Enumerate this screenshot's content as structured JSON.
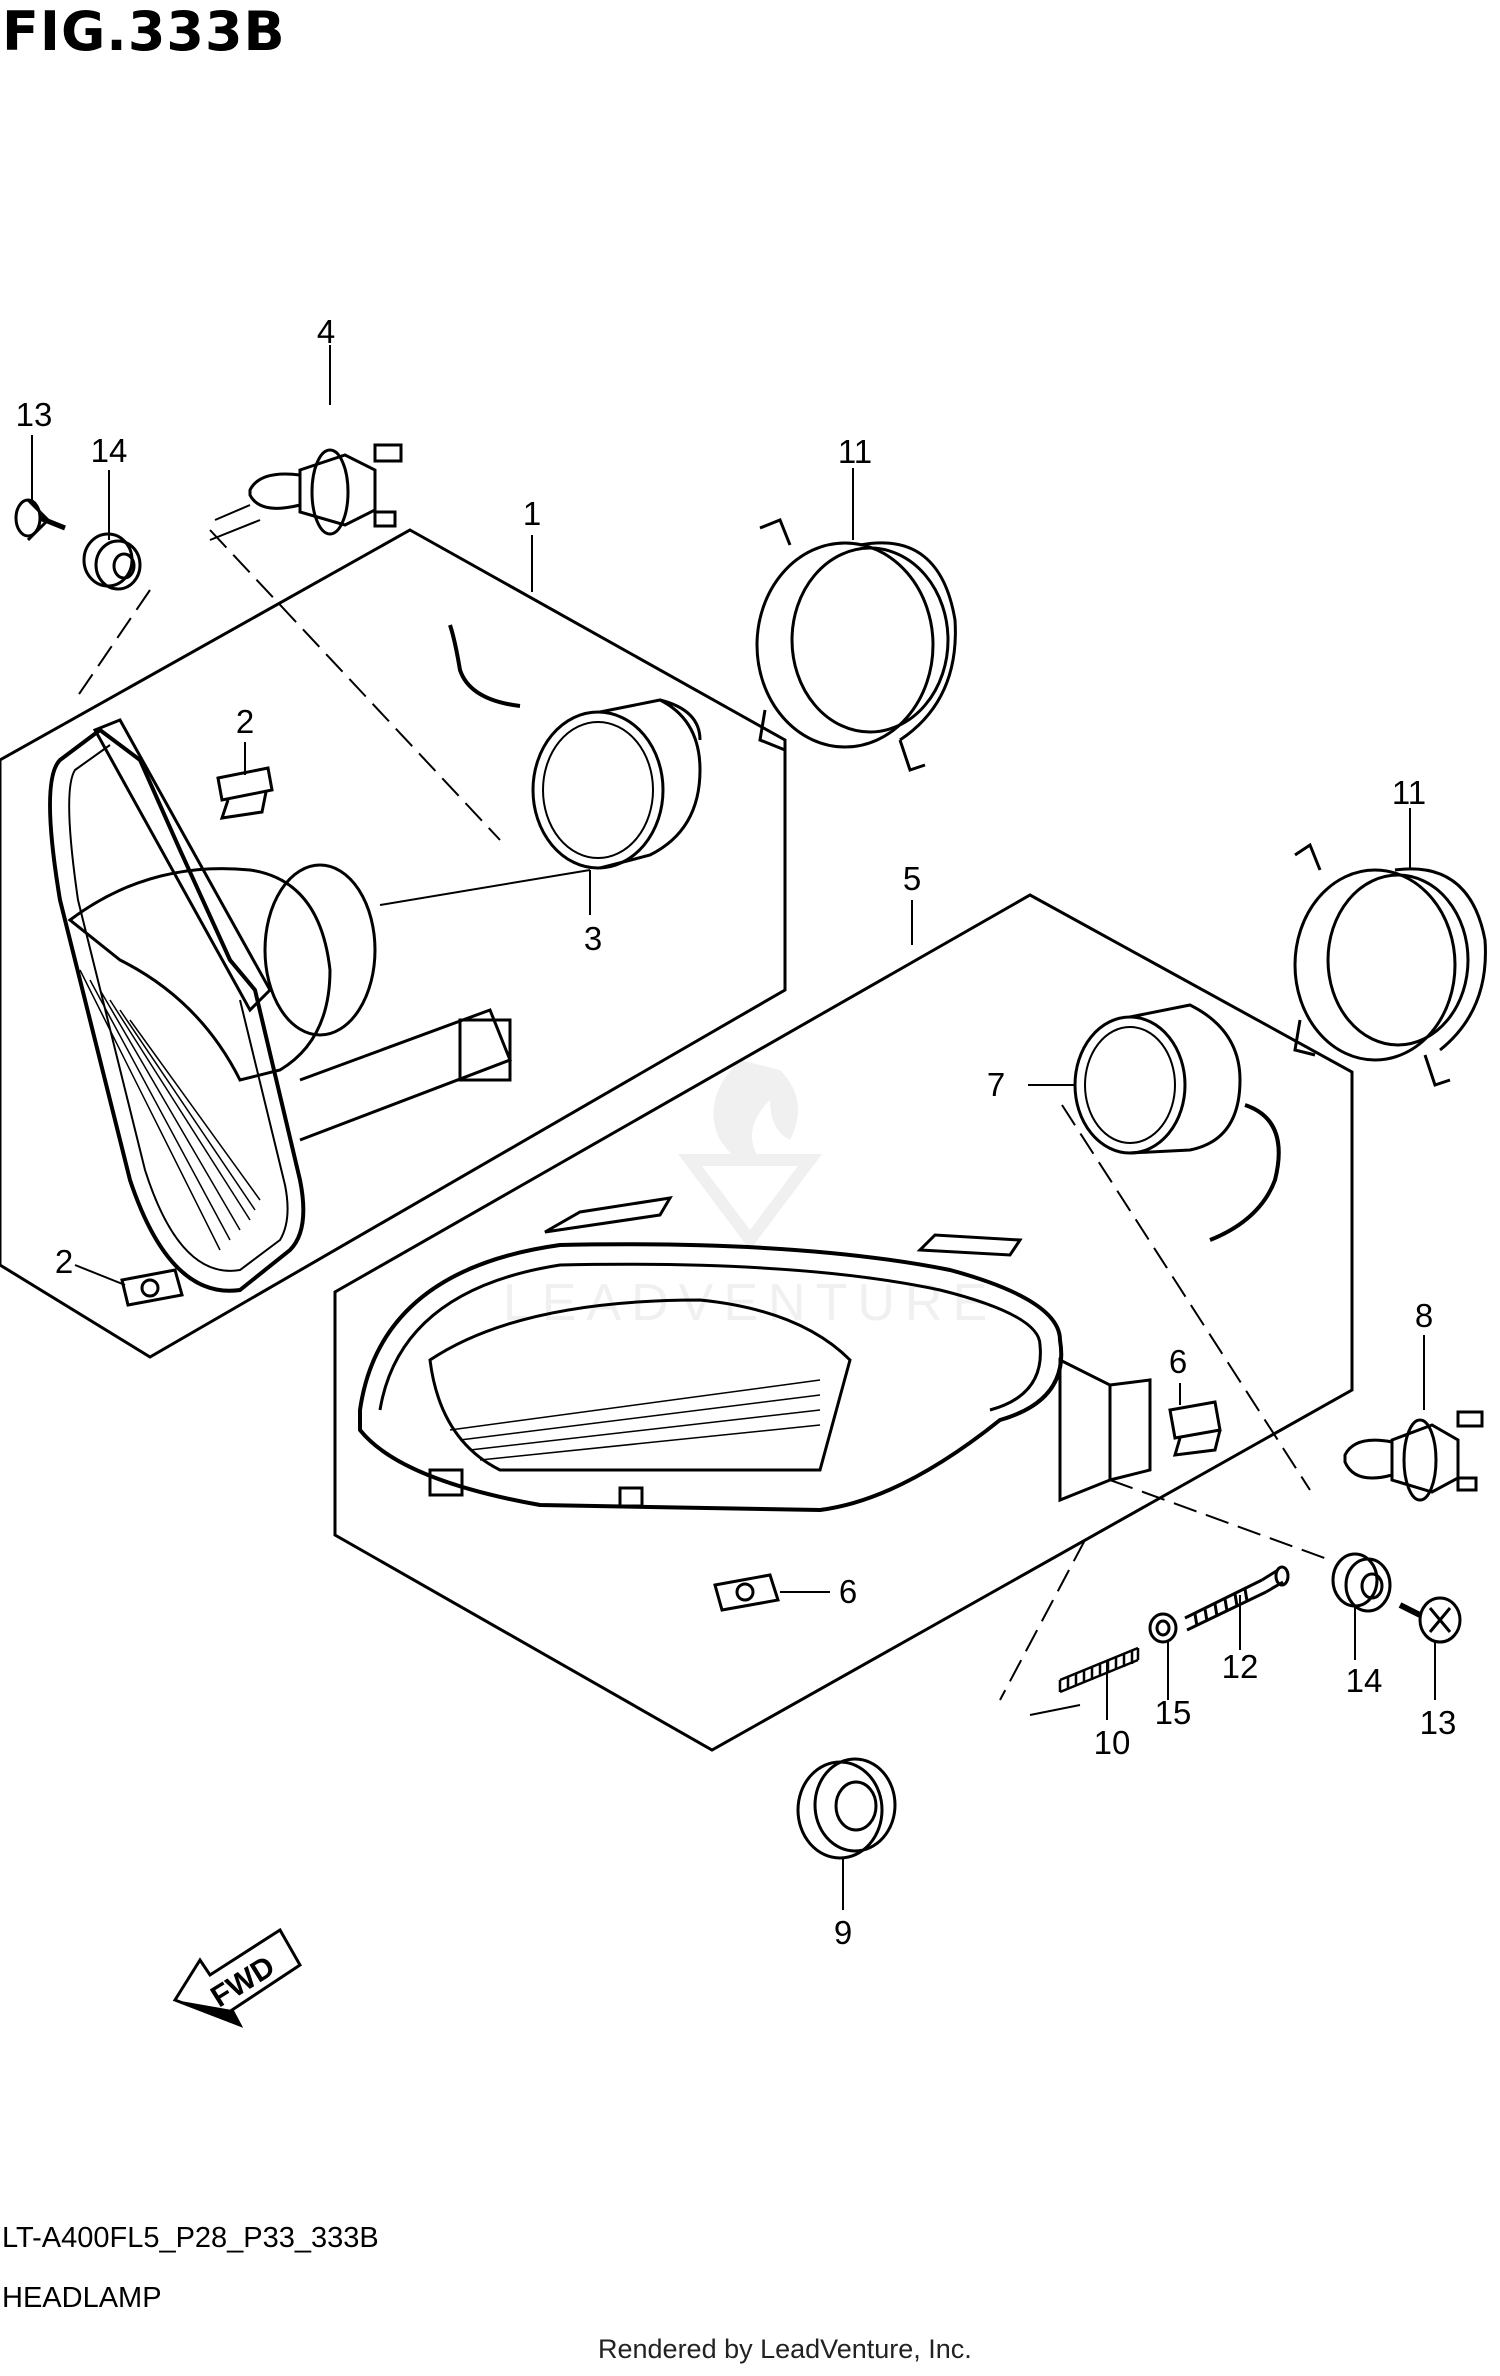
{
  "figure": {
    "title": "FIG.333B",
    "code": "LT-A400FL5_P28_P33_333B",
    "name": "HEADLAMP",
    "credit": "Rendered by LeadVenture, Inc.",
    "watermark": "LEADVENTURE",
    "fwd_label": "FWD"
  },
  "callouts": [
    "1",
    "2",
    "2",
    "3",
    "4",
    "5",
    "6",
    "6",
    "7",
    "8",
    "9",
    "10",
    "11",
    "11",
    "12",
    "13",
    "13",
    "14",
    "14",
    "15"
  ]
}
